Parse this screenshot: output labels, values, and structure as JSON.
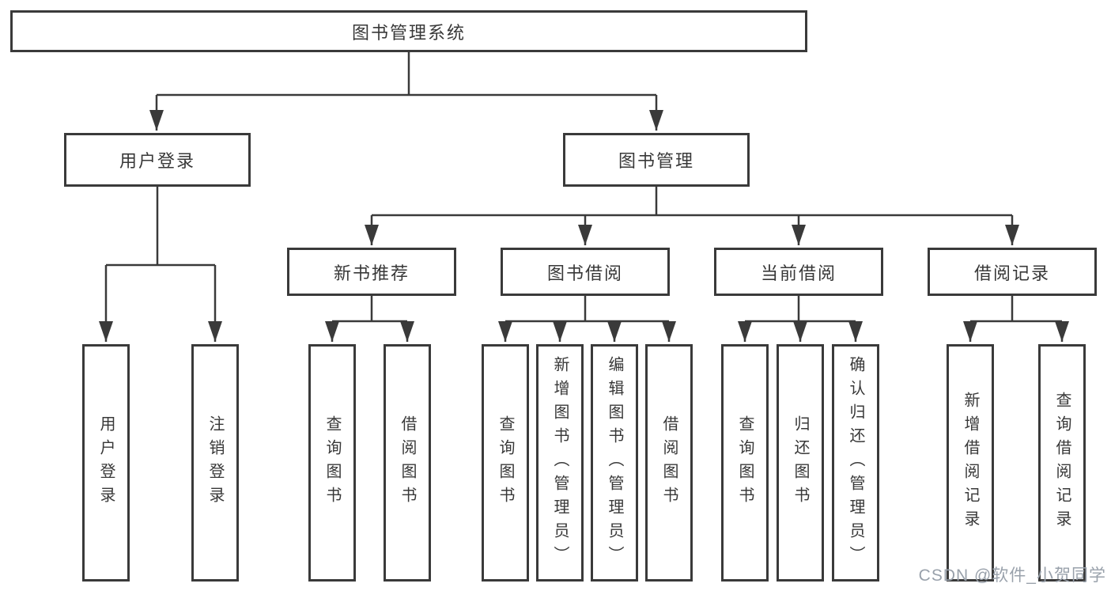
{
  "diagram": {
    "root": {
      "label": "图书管理系统"
    },
    "branches": [
      {
        "label": "用户登录",
        "children": [
          {
            "label": "用户登录"
          },
          {
            "label": "注销登录"
          }
        ]
      },
      {
        "label": "图书管理",
        "groups": [
          {
            "label": "新书推荐",
            "children": [
              {
                "label": "查询图书"
              },
              {
                "label": "借阅图书"
              }
            ]
          },
          {
            "label": "图书借阅",
            "children": [
              {
                "label": "查询图书"
              },
              {
                "label": "新增图书（管理员）"
              },
              {
                "label": "编辑图书（管理员）"
              },
              {
                "label": "借阅图书"
              }
            ]
          },
          {
            "label": "当前借阅",
            "children": [
              {
                "label": "查询图书"
              },
              {
                "label": "归还图书"
              },
              {
                "label": "确认归还（管理员）"
              }
            ]
          },
          {
            "label": "借阅记录",
            "children": [
              {
                "label": "新增借阅记录"
              },
              {
                "label": "查询借阅记录"
              }
            ]
          }
        ]
      }
    ]
  },
  "colors": {
    "line": "#3a3a3a",
    "text": "#383838",
    "watermark": "#99a1ab"
  },
  "watermark": {
    "text": "CSDN @软件_小贺同学"
  }
}
